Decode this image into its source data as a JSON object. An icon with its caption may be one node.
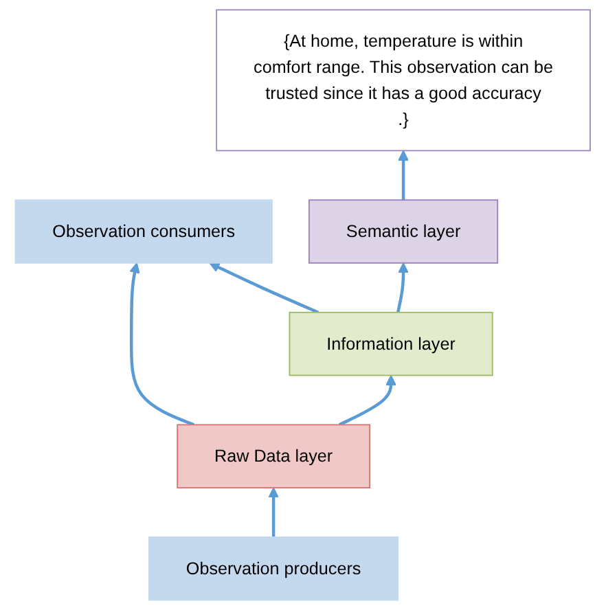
{
  "diagram": {
    "nodes": [
      {
        "text": [
          "Observation consumers"
        ]
      },
      {
        "text": [
          "{At home, temperature is within comfort range. This observation can be trusted since it has a good accuracy .}"
        ]
      },
      {
        "text": [
          "Semantic layer"
        ]
      },
      {
        "text": [
          "Information layer"
        ]
      },
      {
        "text": [
          "Raw Data layer"
        ]
      },
      {
        "text": [
          "Observation producers"
        ]
      }
    ],
    "edges": [
      {
        "from": 5,
        "to": 4,
        "arrow": "to"
      },
      {
        "from": 4,
        "to": 3,
        "arrow": "to"
      },
      {
        "from": 3,
        "to": 2,
        "arrow": "to"
      },
      {
        "from": 4,
        "to": 0,
        "arrow": "to"
      },
      {
        "from": 3,
        "to": 0,
        "arrow": "to"
      },
      {
        "from": 2,
        "to": 1,
        "arrow": "to"
      }
    ]
  }
}
